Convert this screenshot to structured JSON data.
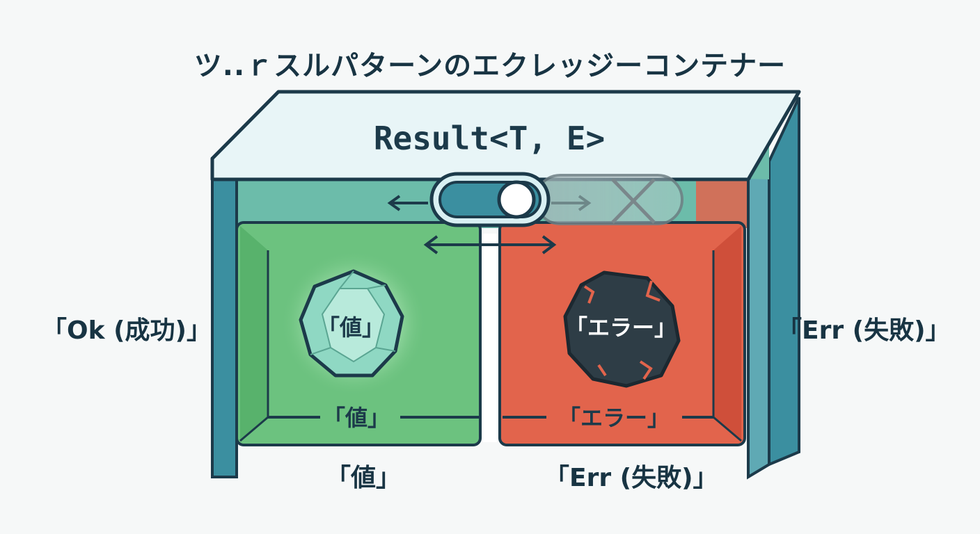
{
  "title": "ツ..ｒスルパターンのエクレッジーコンテナー",
  "container": {
    "type_label": "Result<T, E>"
  },
  "ok_side": {
    "outer_label": "「Ok (成功)」",
    "gem_label": "「値」",
    "floor_label": "「値」",
    "bottom_label": "「値」",
    "color": "#6cc27f"
  },
  "err_side": {
    "outer_label": "「Err (失敗)」",
    "rock_label": "「エラー」",
    "floor_label": "「エラー」",
    "bottom_label": "「Err (失敗)」",
    "color": "#e2644c"
  },
  "colors": {
    "frame_teal": "#3b8fa0",
    "frame_light": "#6cbcaa",
    "lid": "#e8f5f7",
    "stroke": "#1c3a4a"
  },
  "icons": [
    "gem-icon",
    "rock-icon",
    "toggle-switch-icon",
    "double-arrow-icon",
    "cross-icon"
  ]
}
